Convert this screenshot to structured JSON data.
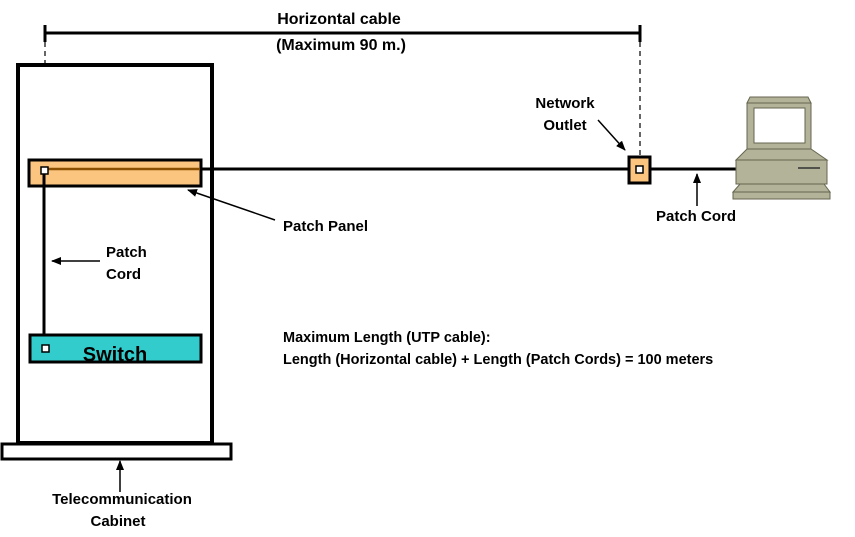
{
  "title": {
    "line1": "Horizontal cable",
    "line2": "(Maximum 90 m.)"
  },
  "labels": {
    "network_outlet_1": "Network",
    "network_outlet_2": "Outlet",
    "patch_panel": "Patch Panel",
    "patch_cord_left_1": "Patch",
    "patch_cord_left_2": "Cord",
    "patch_cord_right": "Patch Cord",
    "switch": "Switch",
    "cabinet_1": "Telecommunication",
    "cabinet_2": "Cabinet"
  },
  "note": {
    "line1": "Maximum Length (UTP cable):",
    "line2": "Length (Horizontal cable) + Length (Patch Cords) = 100 meters"
  },
  "colors": {
    "patch_panel": "#fcc57f",
    "patch_panel_wire": "#8a4f00",
    "switch": "#33cccc",
    "computer": "#b3b39a",
    "outlet": "#fcc57f"
  }
}
